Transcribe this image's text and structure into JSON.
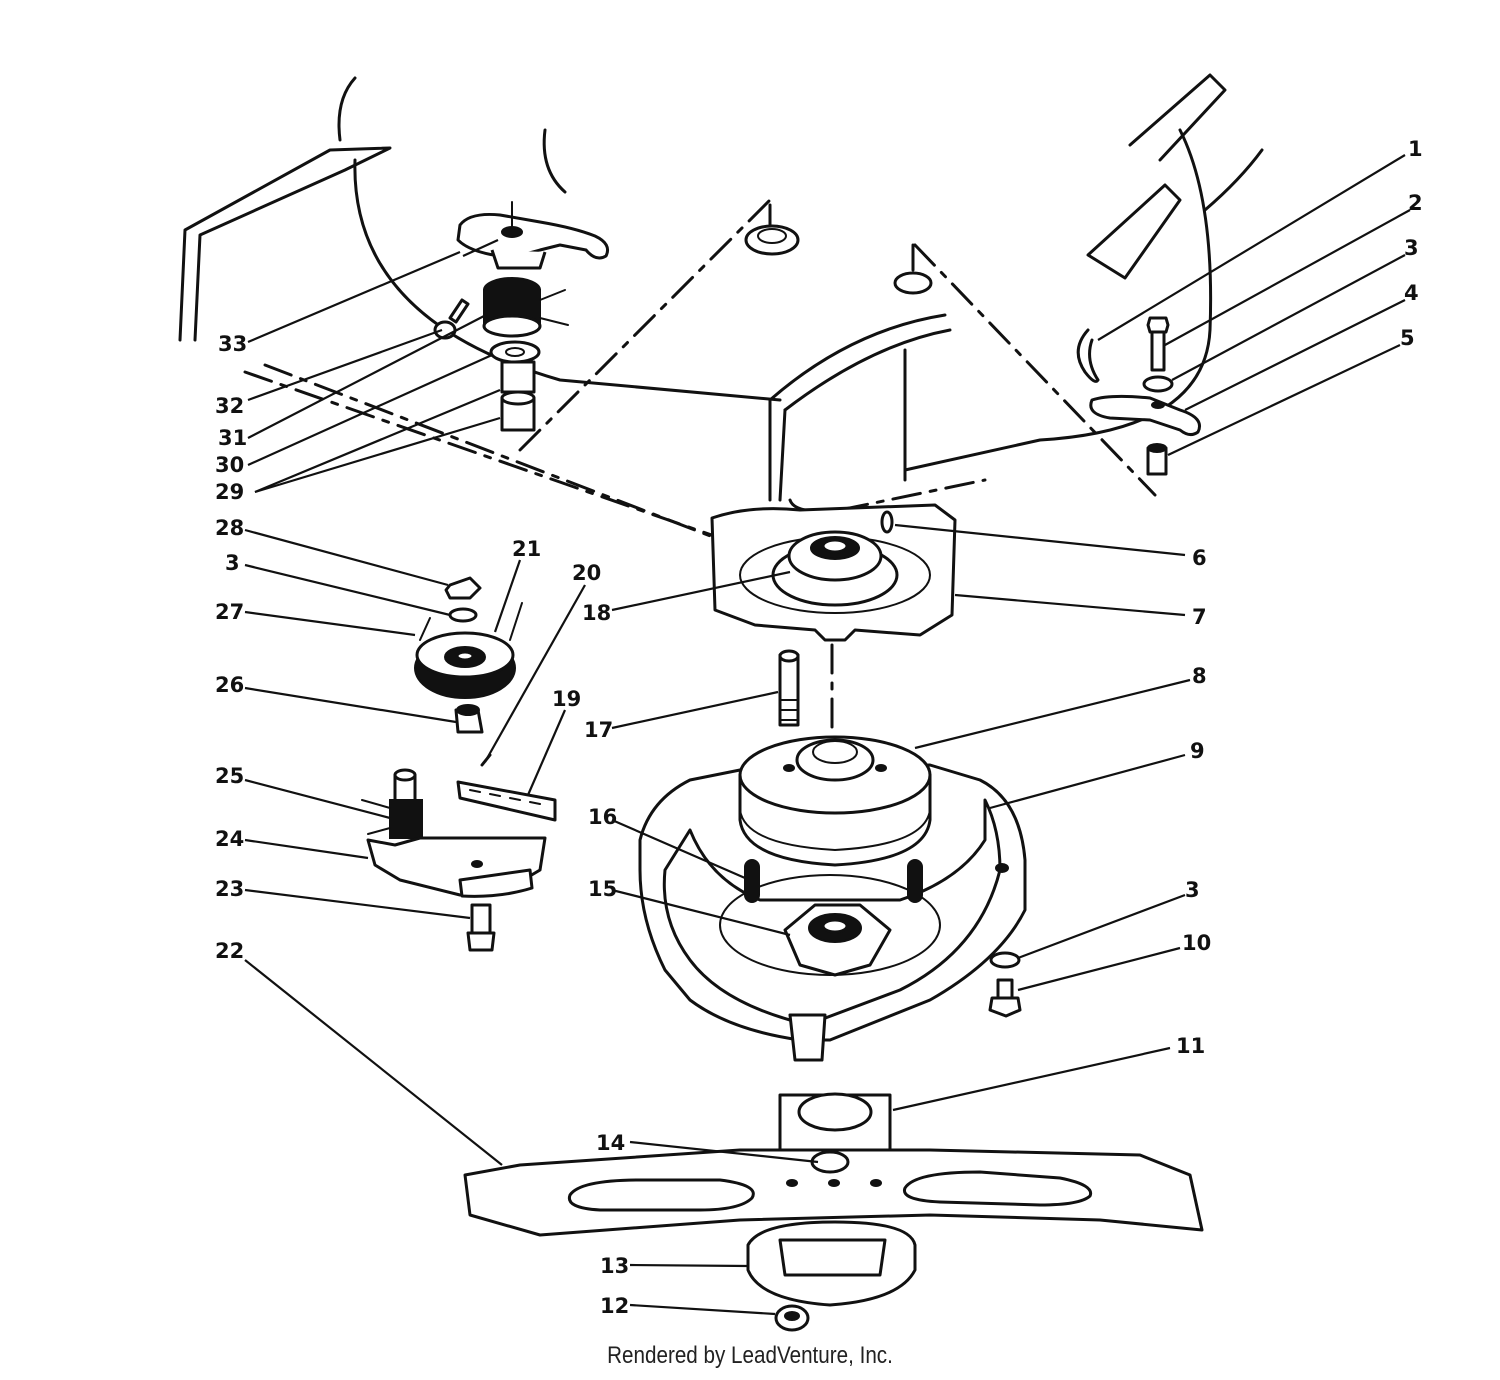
{
  "callouts": {
    "c1": "1",
    "c2": "2",
    "c3a": "3",
    "c4": "4",
    "c5": "5",
    "c6": "6",
    "c7": "7",
    "c8": "8",
    "c9": "9",
    "c3b": "3",
    "c10": "10",
    "c11": "11",
    "c12": "12",
    "c13": "13",
    "c14": "14",
    "c15": "15",
    "c16": "16",
    "c17": "17",
    "c18": "18",
    "c19": "19",
    "c20": "20",
    "c21": "21",
    "c3c": "3",
    "c22": "22",
    "c23": "23",
    "c24": "24",
    "c25": "25",
    "c26": "26",
    "c27": "27",
    "c28": "28",
    "c29": "29",
    "c30": "30",
    "c31": "31",
    "c32": "32",
    "c33": "33"
  },
  "footer": "Rendered by LeadVenture, Inc."
}
